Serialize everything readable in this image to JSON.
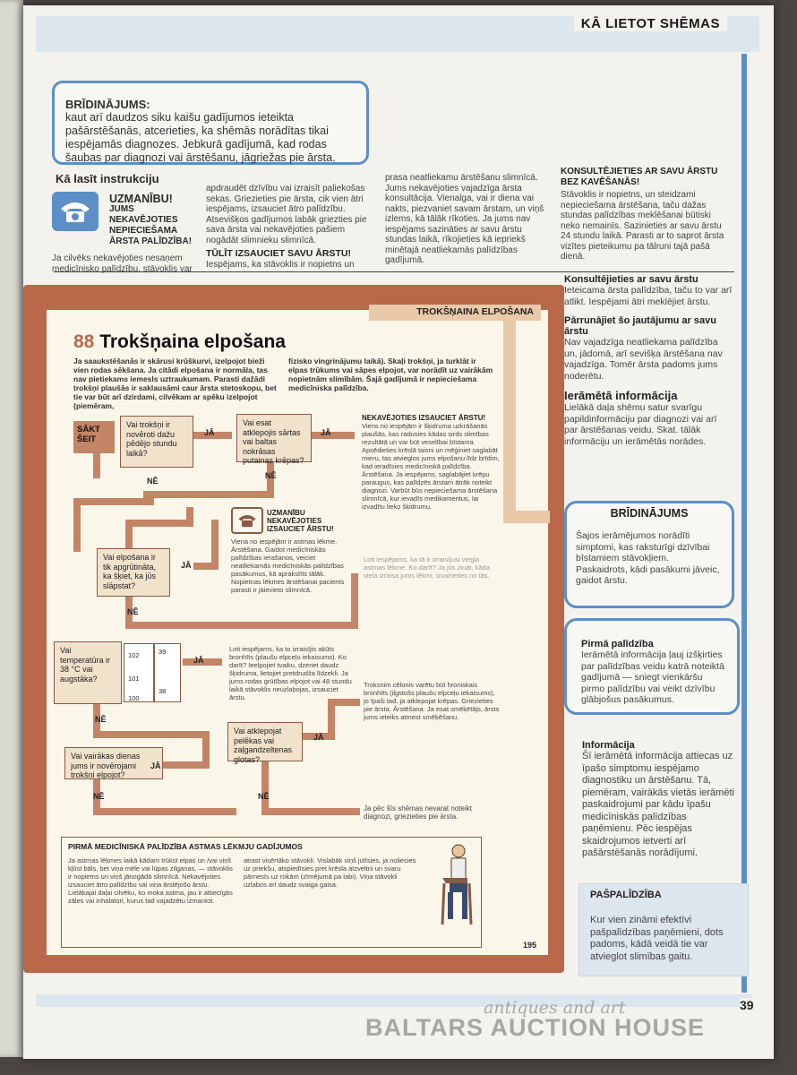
{
  "header": {
    "title": "KĀ LIETOT SHĒMAS",
    "page_number": "39"
  },
  "warning_box": {
    "title": "BRĪDINĀJUMS:",
    "text": "kaut arī daudzos siku kaišu gadījumos ieteikta pašārstēšanās, atcerieties, ka shēmās norādītas tikai iespējamās diagnozes. Jebkurā gadījumā, kad rodas šaubas par diagnozi vai ārstēšanu, jāgriežas pie ārsta."
  },
  "instructions": {
    "title": "Kā lasīt instrukciju",
    "uzmanibu_big": "UZMANĪBU!",
    "uzmanibu_small": "JUMS NEKAVĒJOTIES NEPIECIEŠAMA ĀRSTA PALĪDZĪBA!",
    "col1": "Ja cilvēks nekavējoties nesaņem medicīnisko palīdzību, stāvoklis var",
    "col2": "apdraudēt dzīvību vai izraisīt paliekošas sekas. Griezieties pie ārsta, cik vien ātri iespējams, izsauciet ātro palīdzību. Atsevišķos gadījumos labāk griezties pie sava ārsta vai nekavējoties pašiem nogādāt slimnieku slimnīcā.",
    "col2_heading": "TŪLĪT IZSAUCIET SAVU ĀRSTU!",
    "col2_after": "Iespējams, ka stāvoklis ir nopietns un",
    "col3": "prasa neatliekamu ārstēšanu slimnīcā. Jums nekavējoties vajadzīga ārsta konsultācija. Vienalga, vai ir diena vai nakts, piezvaniet savam ārstam, un viņš izlems, kā tālāk rīkoties. Ja jums nav iespējams sazināties ar savu ārstu stundas laikā, rīkojieties kā iepriekš minētajā neatliekamās palīdzības gadījumā.",
    "col4_heading": "KONSULTĒJIETIES AR SAVU ĀRSTU BEZ KAVĒŠANĀS!",
    "col4": "Stāvoklis ir nopietns, un steidzami nepieciešama ārstēšana, taču dažas stundas palīdzības meklēšanai būtiski neko nemainīs. Sazinieties ar savu ārstu 24 stundu laikā. Parasti ar to saprot ārsta vizītes pieteikumu pa tālruni tajā pašā dienā."
  },
  "sidebar": {
    "consult_title": "Konsultējieties ar savu ārstu",
    "consult_text": "Ieteicama ārsta palīdzība, taču to var arī atlikt. Iespējami ātri meklējiet ārstu.",
    "discuss_title": "Pārrunājiet šo jautājumu ar savu ārstu",
    "discuss_text": "Nav vajadzīga neatliekama palīdzība un, jādomā, arī sevišķa ārstēšana nav vajadzīga. Tomēr ārsta padoms jums noderētu.",
    "info_title": "Ierāmētā informācija",
    "info_text": "Lielākā daļa shēmu satur svarīgu papildinformāciju par diagnozi vai arī par ārstēšanas veidu. Skat. tālāk informāciju un ierāmētās norādes.",
    "warn_title": "BRĪDINĀJUMS",
    "warn_text": "Šajos ierāmējumos norādīti simptomi, kas raksturīgi dzīvībai bīstamiem stāvokļiem. Paskaidrots, kādi pasākumi jāveic, gaidot ārstu.",
    "first_title": "Pirmā palīdzība",
    "first_text": "Ierāmētā informācija ļauj izšķirties par palīdzības veidu katrā noteiktā gadījumā — sniegt vienkāršu pirmo palīdzību vai veikt dzīvību glābjošus pasākumus.",
    "inform_title": "Informācija",
    "inform_text": "Šī ierāmētā informācija attiecas uz īpašo simptomu iespējamo diagnostiku un ārstēšanu. Tā, piemēram, vairākās vietās ierāmēti paskaidrojumi par kādu īpašu medicīniskās palīdzības paņēmienu. Pēc iespējas skaidrojumos ietverti arī pašārstēšanās norādījumi.",
    "self_title": "PAŠPALĪDZĪBA",
    "self_text": "Kur vien zināmi efektīvi pašpalīdzības paņēmieni, dots padoms, kādā veidā tie var atvieglot slimības gaitu."
  },
  "inner": {
    "tab": "TROKŠŅAINA ELPOŠANA",
    "number": "88",
    "title": "Trokšņaina elpošana",
    "intro_left": "Ja saaukstēšanās ir skārusi krūškurvi, izelpojot bieži vien rodas sēkšana. Ja citādi elpošana ir normāla, tas nav pietiekams iemesls uztraukumam. Parasti dažādi trokšņi plaušās ir saklausāmi caur ārsta stetoskopu, bet tie var būt arī dzirdami, cilvēkam ar spēku izelpojot (piemēram,",
    "intro_right": "fizisko vingrinājumu laikā). Skaļi trokšņi, ja turklāt ir elpas trūkums vai sāpes elpojot, var norādīt uz vairākām nopietnām slimībām. Šajā gadījumā ir nepieciešama medicīniska palīdzība.",
    "start": "SĀKT ŠEIT",
    "q1": "Vai trokšņi ir novēroti dažu pēdējo stundu laikā?",
    "q2": "Vai esat atklepojis sārtas vai baltas nokrāsas putainas krēpas?",
    "q3": "Vai elpošana ir tik apgrūtināta, ka šķiet, ka jūs slāpstat?",
    "q4": "Vai temperatūra ir 38 °C vai augstāka?",
    "q5": "Vai vairākas dienas jums ir novērojami trokšņi elpojot?",
    "q6": "Vai atklepojat pelēkas vai zaļgandzeltenas glotas?",
    "yes": "JĀ",
    "no": "NĒ",
    "thermo_labels": [
      "102",
      "101",
      "100",
      "39",
      "38"
    ],
    "urgent_title": "NEKAVĒJOTIES IZSAUCIET ĀRSTU!",
    "urgent_text": "Viens no iespējām ir šķidruma uzkrāšanās plaušās, kas radusies kādas sirds slimības rezultātā un var būt veselībai bīstama. Apsēdieties krēslā taisni un mēģiniet saglabāt mieru, tas atvieglos jums elpošanu līdz brīdim, kad ieradīsies medicīniskā palīdzība.",
    "urgent_treat": "Ārstēšana. Ja iespējams, saglabājiet krēpu paraugus, kas palīdzēs ārstam ātrāk noteikt diagnozi. Varbūt būs nepieciešama ārstēšana slimnīcā, kur ievadīs medikamentus, lai izvadītu lieko šķidrumu.",
    "uzm2_title": "UZMANĪBU NEKAVĒJOTIES IZSAUCIET ĀRSTU!",
    "uzm2_text": "Viena no iespējām ir astmas lēkme. Ārstēšana. Gaidot medicīniskās palīdzības ierašanos, veiciet neatliekamās medicīniskās palīdzības pasākumus, kā aprakstīts tālāk. Nopietnas lēkmes ārstēšanai pacients parasti ir jāievieto slimnīcā.",
    "mild_text": "Loti iespējams, ka tā ir izraisījusi viegla astmas lēkme. Ko darīt? Ja jūs zināt, kāda viela izraisa jums lēkmi, izvairieties no tās.",
    "bronchitis_text": "Loti iespējams, ka to izraisījis akūts bronhīts (plaušu elpceļu iekaisums). Ko darīt? Ieelpojiet tvaiku, dzeriet daudz šķidruma, lietojiet pretdrudža līdzekli. Ja jums rodas grūtības elpojot vai 48 stundu laikā stāvoklis neuzlabojas, izsauciet ārstu.",
    "chronic_text": "Troksnim cēlonis varētu būt hroniskais bronhīts (ilgstošs plaušu elpceļu iekaisums), jo īpaši tad, ja atklepojat krēpas. Griezieties pie ārsta. Ārstēšana. Ja esat smēķētājs, ārsts jums ieteiks atmest smēķēšanu.",
    "end_text": "Ja pēc šīs shēmas nevarat noteikt diagnozi, griezieties pie ārsta.",
    "first_aid_title": "PIRMĀ MEDICĪNISKĀ PALĪDZĪBA ASTMAS LĒKMJU GADĪJUMOS",
    "first_aid_col1": "Ja astmas lēkmes laikā kādam trūkst elpas un /vai viņš kļūst bāls, bet viņa mēle vai lūpas zilganas, — stāvoklis ir nopietns un viņš jānogādā slimnīcā. Nekavējoties izsauciet ātro palīdzību vai viņa ārstējošo ārstu. Lielākajai daļai cilvēku, ko moka astma, jau ir attiecīgās zāles vai inhalatori, kurus tad vajadzētu izmantot.",
    "first_aid_col2": "atrast visērtāko stāvokli. Vislabāk viņš jutīsies, ja noliecies uz priekšu, atspiedīsies pret krēsla atzveltni un svaru pārnesīs uz rokām (zīmējumā pa labi). Viņa stāvokli uzlabos arī daudz svaiga gaisa.",
    "inner_page": "195"
  },
  "watermark": {
    "line1": "antiques and art",
    "line2": "BALTARS AUCTION HOUSE"
  },
  "colors": {
    "accent_blue": "#5c8fc7",
    "terracotta": "#b9694a",
    "arrow": "#c48466"
  }
}
